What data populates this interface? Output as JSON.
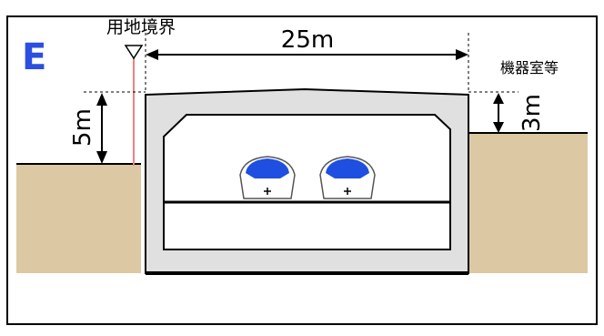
{
  "panel": {
    "label": "E"
  },
  "labels": {
    "boundary": "用地境界",
    "width": "25m",
    "height_left": "5m",
    "height_right": "3m",
    "facility": "機器室等"
  },
  "colors": {
    "ground": "#dcc9a3",
    "structure_fill": "#e0e0e0",
    "structure_stroke": "#000000",
    "boundary_line": "#f08080",
    "panel_letter": "#2b4fe0",
    "train_body": "#ffffff",
    "train_window": "#1f4fe0"
  },
  "icons": {
    "boundary_marker": "down-triangle-marker",
    "train": "shinkansen-front"
  }
}
